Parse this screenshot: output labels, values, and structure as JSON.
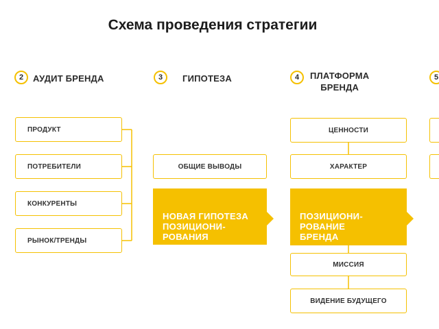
{
  "title": "Схема проведения стратегии",
  "steps": [
    {
      "num": "2",
      "title": "АУДИТ БРЕНДА"
    },
    {
      "num": "3",
      "title": "ГИПОТЕЗА"
    },
    {
      "num": "4",
      "title": "ПЛАТФОРМА\nБРЕНДА"
    },
    {
      "num": "5"
    }
  ],
  "audit_items": [
    "ПРОДУКТ",
    "ПОТРЕБИТЕЛИ",
    "КОНКУРЕНТЫ",
    "РЫНОК/ТРЕНДЫ"
  ],
  "hypothesis": {
    "summary": "ОБЩИЕ ВЫВОДЫ",
    "highlight": "НОВАЯ ГИПОТЕЗА\nПОЗИЦИОНИ-\nРОВАНИЯ"
  },
  "platform": {
    "top_items": [
      "ЦЕННОСТИ",
      "ХАРАКТЕР"
    ],
    "highlight": "ПОЗИЦИОНИ-\nРОВАНИЕ\nБРЕНДА",
    "bottom_items": [
      "МИССИЯ",
      "ВИДЕНИЕ БУДУЩЕГО"
    ]
  },
  "colors": {
    "accent": "#f5c000",
    "text": "#2b2b2b"
  }
}
